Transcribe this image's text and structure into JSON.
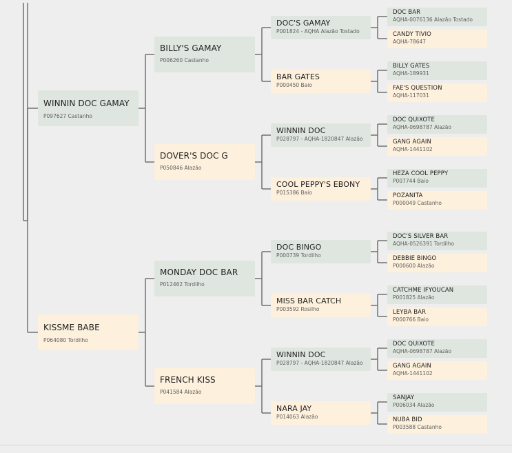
{
  "pedigree": {
    "sire": {
      "name": "WINNIN DOC GAMAY",
      "info": "P097627 Castanho",
      "sire": {
        "name": "BILLY'S GAMAY",
        "info": "P006260 Castanho",
        "sire": {
          "name": "DOC'S GAMAY",
          "info": "P001824 - AQHA Alazão Tostado",
          "sire": {
            "name": "DOC BAR",
            "info": "AQHA-0076136 Alazão Tostado"
          },
          "dam": {
            "name": "CANDY TIVIO",
            "info": "AQHA-78647"
          }
        },
        "dam": {
          "name": "BAR GATES",
          "info": "P000450 Baio",
          "sire": {
            "name": "BILLY GATES",
            "info": "AQHA-189931"
          },
          "dam": {
            "name": "FAE'S QUESTION",
            "info": "AQHA-117031"
          }
        }
      },
      "dam": {
        "name": "DOVER'S DOC G",
        "info": "P050846 Alazão",
        "sire": {
          "name": "WINNIN DOC",
          "info": "P028797 - AQHA-1820847 Alazão",
          "sire": {
            "name": "DOC QUIXOTE",
            "info": "AQHA-0698787 Alazão"
          },
          "dam": {
            "name": "GANG AGAIN",
            "info": "AQHA-1441102"
          }
        },
        "dam": {
          "name": "COOL PEPPY'S EBONY",
          "info": "P015386 Baio",
          "sire": {
            "name": "HEZA COOL PEPPY",
            "info": "P007744 Baio"
          },
          "dam": {
            "name": "POZANITA",
            "info": "P000049 Castanho"
          }
        }
      }
    },
    "dam": {
      "name": "KISSME BABE",
      "info": "P064080 Tordilho",
      "sire": {
        "name": "MONDAY DOC BAR",
        "info": "P012462 Tordilho",
        "sire": {
          "name": "DOC BINGO",
          "info": "P000739 Tordilho",
          "sire": {
            "name": "DOC'S SILVER BAR",
            "info": "AQHA-0526391 Tordilho"
          },
          "dam": {
            "name": "DEBBIE BINGO",
            "info": "P000600 Alazão"
          }
        },
        "dam": {
          "name": "MISS BAR CATCH",
          "info": "P003592 Rosilho",
          "sire": {
            "name": "CATCHME IFYOUCAN",
            "info": "P001825 Alazão"
          },
          "dam": {
            "name": "LEYBA BAR",
            "info": "P000766 Baio"
          }
        }
      },
      "dam": {
        "name": "FRENCH KISS",
        "info": "P041584 Alazão",
        "sire": {
          "name": "WINNIN DOC",
          "info": "P028797 - AQHA-1820847 Alazão",
          "sire": {
            "name": "DOC QUIXOTE",
            "info": "AQHA-0698787 Alazão"
          },
          "dam": {
            "name": "GANG AGAIN",
            "info": "AQHA-1441102"
          }
        },
        "dam": {
          "name": "NARA JAY",
          "info": "P014063 Alazão",
          "sire": {
            "name": "SANJAY",
            "info": "P006034 Alazão"
          },
          "dam": {
            "name": "NUBA BID",
            "info": "P003588 Castanho"
          }
        }
      }
    }
  },
  "colors": {
    "male_card": "#dfe6e0",
    "female_card": "#fdf0dc",
    "connector": "#707070",
    "background": "#eeeeee"
  }
}
